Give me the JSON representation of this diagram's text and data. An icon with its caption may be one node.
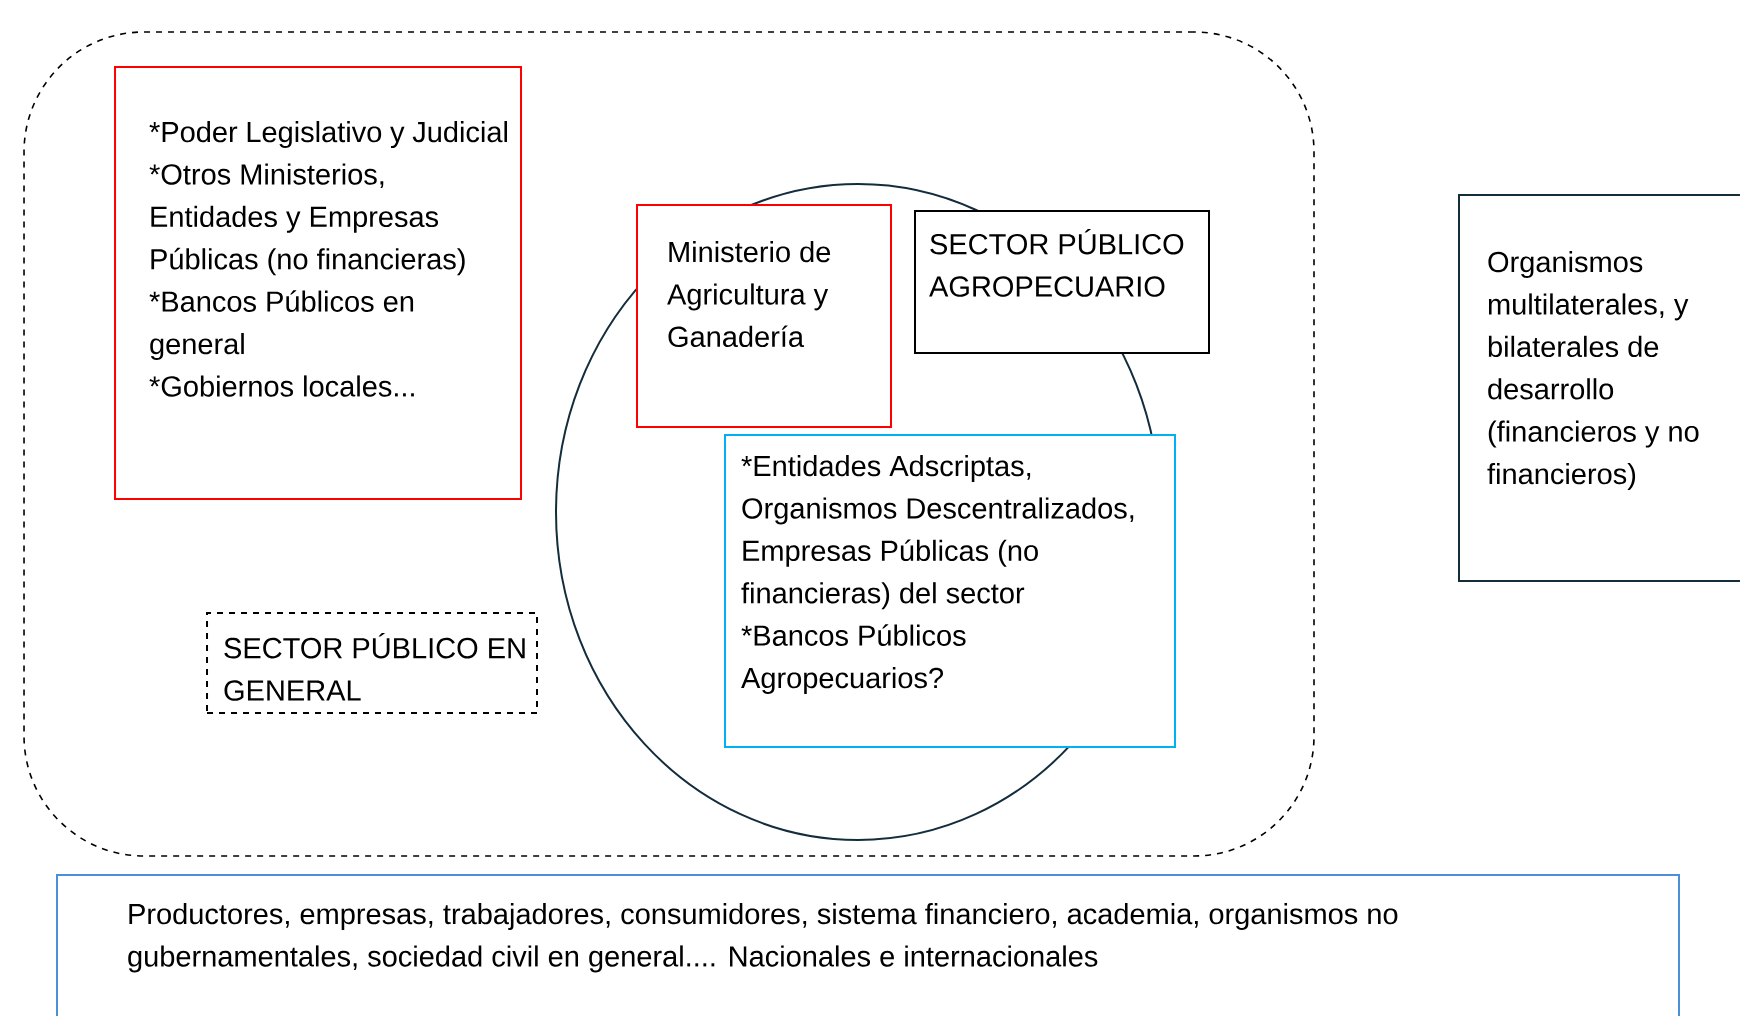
{
  "diagram": {
    "nodes": [
      {
        "text": [],
        "shape": "box"
      },
      {
        "text": [
          "*Poder Legislativo y Judicial",
          "*Otros Ministerios, Entidades y Empresas Públicas (no financieras)",
          "*Bancos Públicos en general",
          "*Gobiernos locales..."
        ],
        "in": 0
      },
      {
        "text": [
          "SECTOR PÚBLICO EN GENERAL"
        ],
        "in": 0
      },
      {
        "text": [],
        "shape": "circle",
        "in": 0
      },
      {
        "text": [
          "Ministerio de Agricultura y Ganadería"
        ],
        "in": 3
      },
      {
        "text": [
          "SECTOR PÚBLICO AGROPECUARIO"
        ],
        "in": 3
      },
      {
        "text": [
          "*Entidades Adscriptas, Organismos Descentralizados, Empresas Públicas (no financieras) del sector",
          "*Bancos Públicos Agropecuarios?"
        ],
        "in": 3
      },
      {
        "text": [
          "Organismos multilaterales, y bilaterales de desarrollo (financieros y no financieros)"
        ]
      },
      {
        "text": [
          "Productores, empresas, trabajadores, consumidores, sistema financiero, academia, organismos no gubernamentales, sociedad civil en general.... Nacionales e internacionales"
        ]
      }
    ]
  }
}
